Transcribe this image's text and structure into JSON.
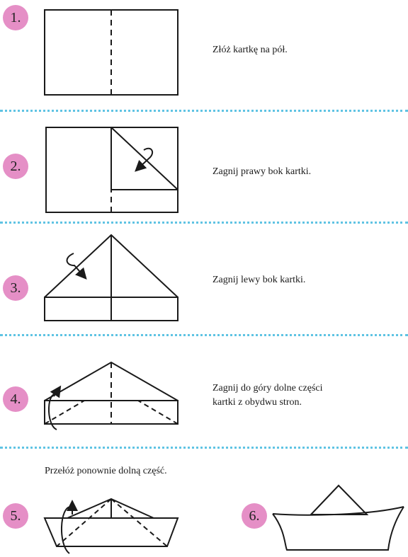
{
  "steps": [
    {
      "number": "1.",
      "text": "Złóż kartkę na pół."
    },
    {
      "number": "2.",
      "text": "Zagnij prawy bok kartki."
    },
    {
      "number": "3.",
      "text": "Zagnij lewy bok kartki."
    },
    {
      "number": "4.",
      "text": "Zagnij do góry dolne części\nkartki z obydwu stron."
    },
    {
      "number": "5.",
      "text": "Przełóż ponownie dolną część."
    },
    {
      "number": "6.",
      "text": ""
    }
  ],
  "colors": {
    "badge": "#e58fc6",
    "separator": "#5fc3e3",
    "line": "#1a1a1a"
  }
}
